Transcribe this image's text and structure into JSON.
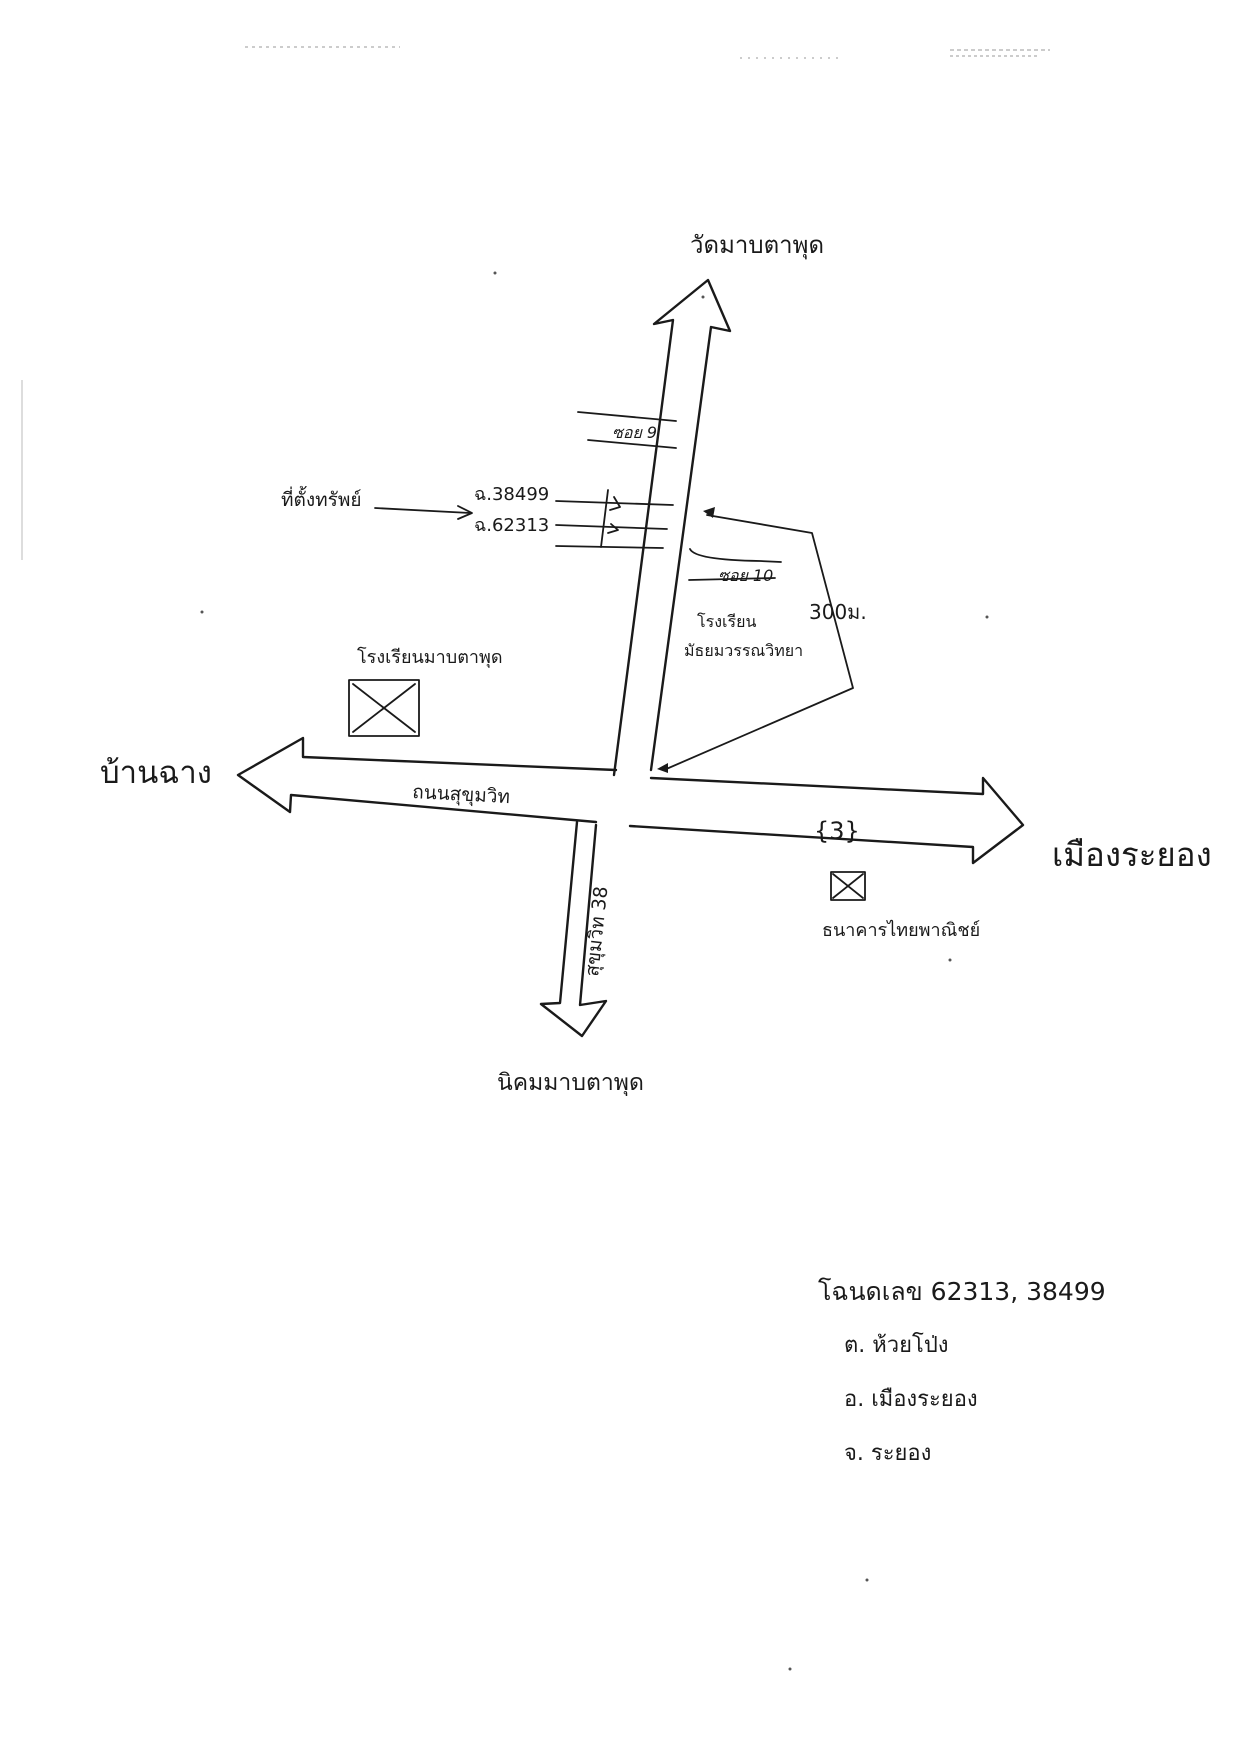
{
  "map": {
    "north_destination": "วัดมาบตาพุด",
    "west_destination": "บ้านฉาง",
    "east_destination": "เมืองระยอง",
    "south_destination": "นิคมมาบตาพุด",
    "main_road": "ถนนสุขุมวิท",
    "south_road": "สุขุมวิท 38",
    "soi_north": "ซอย 9",
    "soi_10": "ซอย 10",
    "land_label": "ที่ตั้งทรัพย์",
    "deed_1": "ฉ.38499",
    "deed_2": "ฉ.62313",
    "school_west": "โรงเรียนมาบตาพุด",
    "school_east": "โรงเรียน\nมัธยมวรรณวิทยา",
    "distance": "300ม.",
    "route_number": "{3}",
    "bank": "ธนาคารไทยพาณิชย์"
  },
  "deed_info": {
    "title_deeds": "โฉนดเลข 62313, 38499",
    "subdistrict": "ต. ห้วยโป่ง",
    "district": "อ. เมืองระยอง",
    "province": "จ. ระยอง"
  }
}
